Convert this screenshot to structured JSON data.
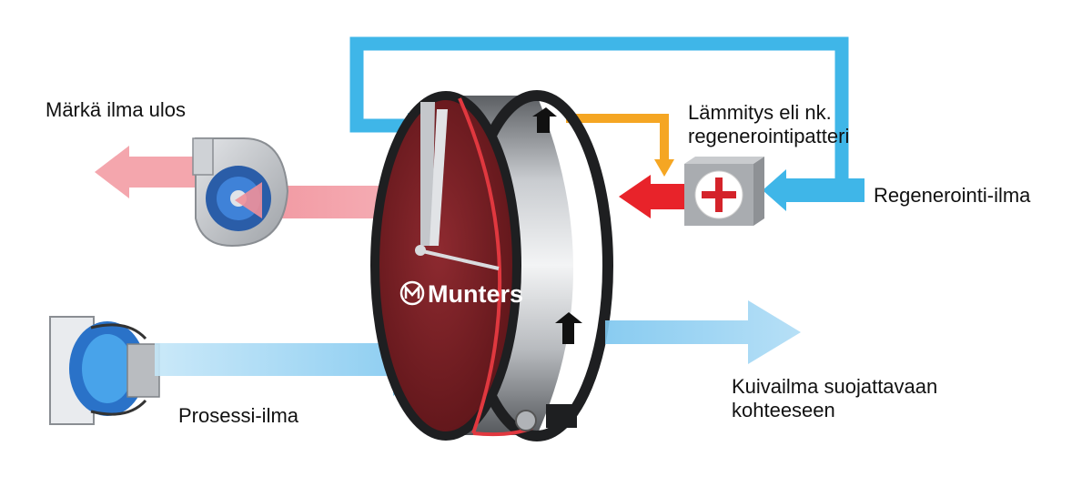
{
  "labels": {
    "wet_air_out": "Märkä ilma ulos",
    "heating_line1": "Lämmitys eli nk.",
    "heating_line2": "regenerointipatteri",
    "regeneration_air": "Regenerointi-ilma",
    "process_air": "Prosessi-ilma",
    "dry_air_line1": "Kuivailma suojattavaan",
    "dry_air_line2": "kohteeseen"
  },
  "rotor": {
    "brand": "Munters"
  },
  "heater": {
    "icon": "plus-icon"
  },
  "colors": {
    "regeneration_duct": "#3fb6e8",
    "hot_air_pipe": "#f5a623",
    "hot_air_arrow": "#e8232a",
    "wet_air_arrow": "#f4a6ad",
    "process_air_arrow": "#8fd0f2",
    "rotor_face": "#7a1f24",
    "belt": "#e0383f"
  }
}
